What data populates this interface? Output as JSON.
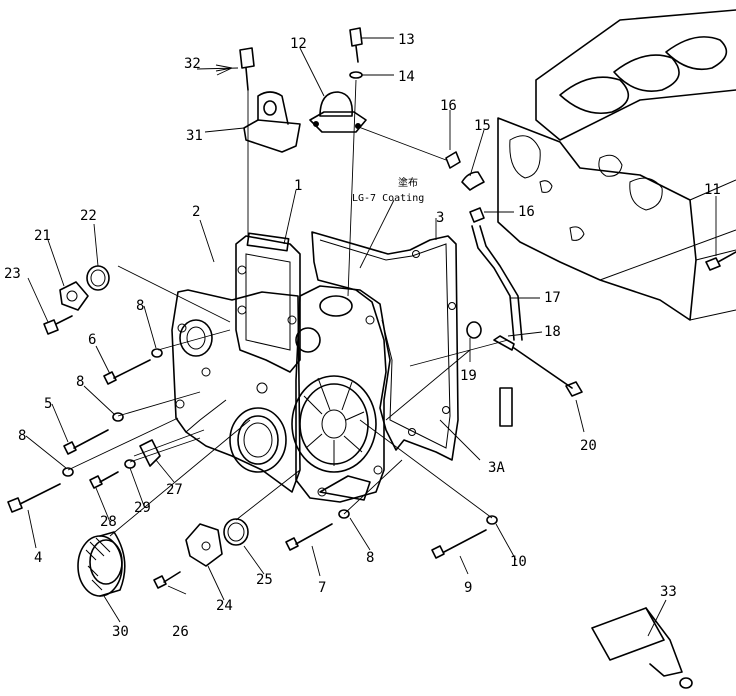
{
  "coating_note": {
    "kanji": "塗布",
    "text": "LG-7 Coating"
  },
  "callouts": [
    {
      "id": "c1",
      "label": "1"
    },
    {
      "id": "c2",
      "label": "2"
    },
    {
      "id": "c3",
      "label": "3"
    },
    {
      "id": "c3a",
      "label": "3A"
    },
    {
      "id": "c4",
      "label": "4"
    },
    {
      "id": "c5",
      "label": "5"
    },
    {
      "id": "c6",
      "label": "6"
    },
    {
      "id": "c7",
      "label": "7"
    },
    {
      "id": "c8a",
      "label": "8"
    },
    {
      "id": "c8b",
      "label": "8"
    },
    {
      "id": "c8c",
      "label": "8"
    },
    {
      "id": "c8d",
      "label": "8"
    },
    {
      "id": "c9",
      "label": "9"
    },
    {
      "id": "c10",
      "label": "10"
    },
    {
      "id": "c11",
      "label": "11"
    },
    {
      "id": "c12",
      "label": "12"
    },
    {
      "id": "c13",
      "label": "13"
    },
    {
      "id": "c14",
      "label": "14"
    },
    {
      "id": "c15",
      "label": "15"
    },
    {
      "id": "c16a",
      "label": "16"
    },
    {
      "id": "c16b",
      "label": "16"
    },
    {
      "id": "c17",
      "label": "17"
    },
    {
      "id": "c18",
      "label": "18"
    },
    {
      "id": "c19",
      "label": "19"
    },
    {
      "id": "c20",
      "label": "20"
    },
    {
      "id": "c21",
      "label": "21"
    },
    {
      "id": "c22",
      "label": "22"
    },
    {
      "id": "c23",
      "label": "23"
    },
    {
      "id": "c24",
      "label": "24"
    },
    {
      "id": "c25",
      "label": "25"
    },
    {
      "id": "c26",
      "label": "26"
    },
    {
      "id": "c27",
      "label": "27"
    },
    {
      "id": "c28",
      "label": "28"
    },
    {
      "id": "c29",
      "label": "29"
    },
    {
      "id": "c30",
      "label": "30"
    },
    {
      "id": "c31",
      "label": "31"
    },
    {
      "id": "c32",
      "label": "32"
    },
    {
      "id": "c33",
      "label": "33"
    }
  ]
}
